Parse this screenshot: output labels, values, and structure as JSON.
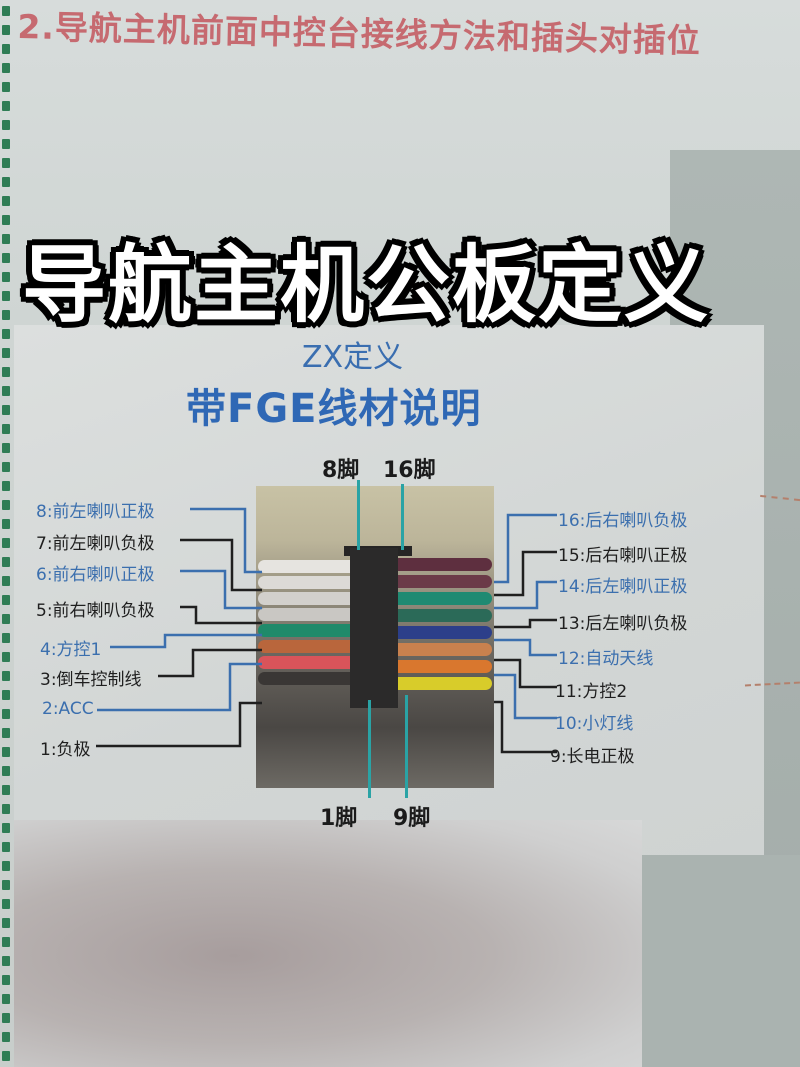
{
  "header": {
    "section_title": "2.导航主机前面中控台接线方法和插头对插位"
  },
  "overlay": {
    "title": "导航主机公板定义"
  },
  "diagram": {
    "subtitle": "ZX定义",
    "title": "带FGE线材说明",
    "pin_markers": {
      "top_left": "8脚",
      "top_right": "16脚",
      "bottom_left": "1脚",
      "bottom_right": "9脚"
    },
    "left_pins": [
      {
        "num": "8",
        "label": "8:前左喇叭正极",
        "line_color": "#3b6fae"
      },
      {
        "num": "7",
        "label": "7:前左喇叭负极",
        "line_color": "#1f1f1f"
      },
      {
        "num": "6",
        "label": "6:前右喇叭正极",
        "line_color": "#3b6fae"
      },
      {
        "num": "5",
        "label": "5:前右喇叭负极",
        "line_color": "#1f1f1f"
      },
      {
        "num": "4",
        "label": "4:方控1",
        "line_color": "#3b6fae"
      },
      {
        "num": "3",
        "label": "3:倒车控制线",
        "line_color": "#1f1f1f"
      },
      {
        "num": "2",
        "label": "2:ACC",
        "line_color": "#3b6fae"
      },
      {
        "num": "1",
        "label": "1:负极",
        "line_color": "#1f1f1f"
      }
    ],
    "right_pins": [
      {
        "num": "16",
        "label": "16:后右喇叭负极",
        "line_color": "#3b6fae"
      },
      {
        "num": "15",
        "label": "15:后右喇叭正极",
        "line_color": "#1f1f1f"
      },
      {
        "num": "14",
        "label": "14:后左喇叭正极",
        "line_color": "#3b6fae"
      },
      {
        "num": "13",
        "label": "13:后左喇叭负极",
        "line_color": "#1f1f1f"
      },
      {
        "num": "12",
        "label": "12:自动天线",
        "line_color": "#3b6fae"
      },
      {
        "num": "11",
        "label": "11:方控2",
        "line_color": "#1f1f1f"
      },
      {
        "num": "10",
        "label": "10:小灯线",
        "line_color": "#3b6fae"
      },
      {
        "num": "9",
        "label": "9:长电正极",
        "line_color": "#1f1f1f"
      }
    ],
    "wire_colors": {
      "left": [
        "#e6e4e0",
        "#dcdad6",
        "#d2d0cc",
        "#c9c7c3",
        "#1f8a6a",
        "#b9663c",
        "#d9545a",
        "#3a3735"
      ],
      "right": [
        "#5e2f3f",
        "#6b3a48",
        "#1f8a72",
        "#2b6a58",
        "#2c3f8a",
        "#c9814e",
        "#d9772e",
        "#d8cc2a"
      ]
    }
  }
}
